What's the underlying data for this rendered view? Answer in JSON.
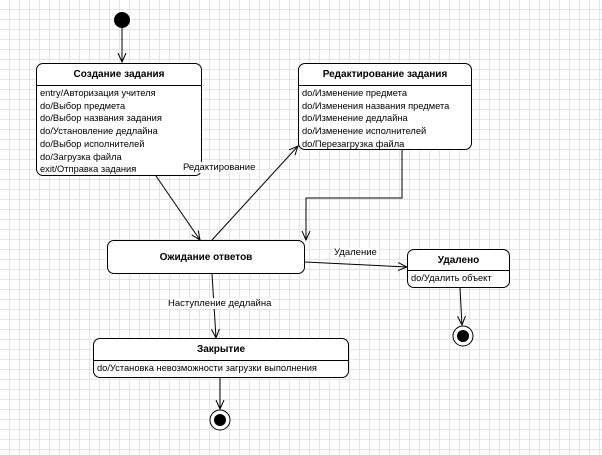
{
  "states": {
    "creation": {
      "title": "Создание задания",
      "activities": [
        "entry/Авторизация учителя",
        "do/Выбор предмета",
        "do/Выбор названия задания",
        "do/Установление дедлайна",
        "do/Выбор исполнителей",
        "do/Загрузка файла",
        "exit/Отправка задания"
      ]
    },
    "editing": {
      "title": "Редактирование задания",
      "activities": [
        "do/Изменение предмета",
        "do/Изменения названия предмета",
        "do/Изменение дедлайна",
        "do/Изменение исполнителей",
        "do/Перезагрузка файла"
      ]
    },
    "waiting": {
      "title": "Ожидание ответов"
    },
    "deleted": {
      "title": "Удалено",
      "activities": [
        "do/Удалить объект"
      ]
    },
    "closing": {
      "title": "Закрытие",
      "activities": [
        "do/Установка невозможности загрузки выполнения"
      ]
    }
  },
  "transitions": {
    "edit": "Редактирование",
    "delete": "Удаление",
    "deadline": "Наступление дедлайна"
  }
}
